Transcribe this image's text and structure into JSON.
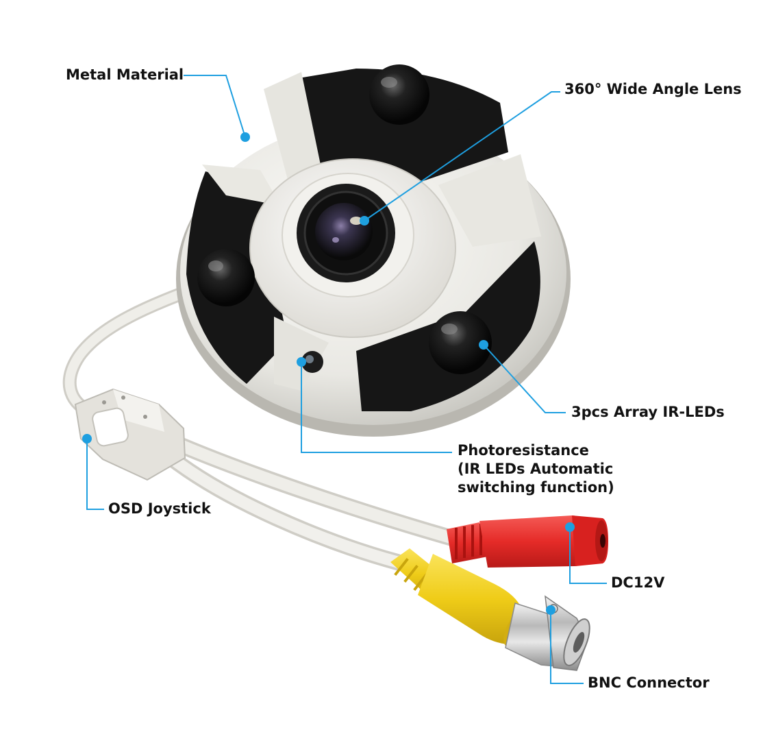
{
  "callouts": {
    "metal_material": "Metal Material",
    "wide_angle_lens": "360° Wide Angle Lens",
    "ir_leds": "3pcs Array IR-LEDs",
    "photoresistance": [
      "Photoresistance",
      "(IR LEDs Automatic",
      "switching function)"
    ],
    "osd_joystick": "OSD Joystick",
    "dc12v": "DC12V",
    "bnc_connector": "BNC Connector"
  },
  "colors": {
    "callout_line": "#1e9fe0",
    "callout_dot": "#1e9fe0",
    "camera_body": "#ecebe6",
    "ir_panel": "#161616",
    "dc_connector": "#e8322f",
    "bnc_sleeve": "#f2d21e",
    "cable": "#e6e4de"
  }
}
